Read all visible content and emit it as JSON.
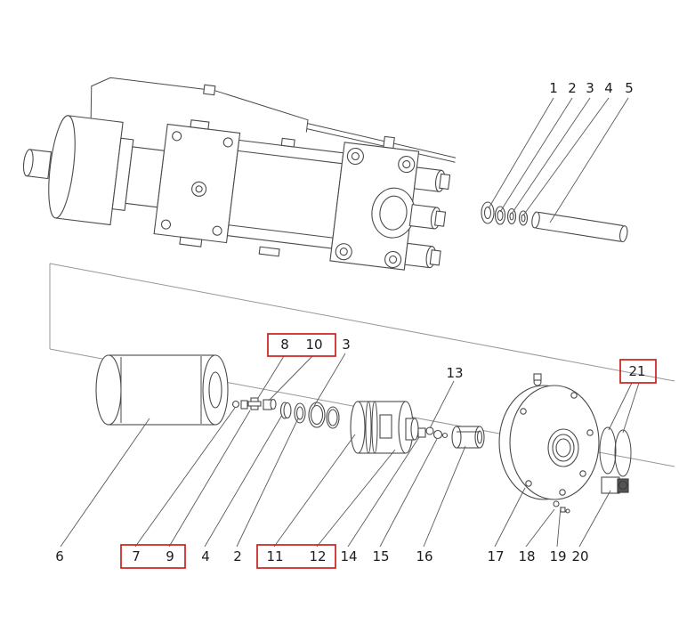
{
  "figure": {
    "type": "exploded-parts-diagram",
    "description": "Technical exploded parts line drawing of a pump / hydraulic cylinder assembly with numbered callouts and red highlight boxes",
    "highlight_color": "#c9201d",
    "line_color": "#4a4a4a",
    "labels": {
      "top_right": [
        "1",
        "2",
        "3",
        "4",
        "5"
      ],
      "mid": [
        "8",
        "10",
        "3",
        "13",
        "21"
      ],
      "bottom": [
        "6",
        "7",
        "9",
        "4",
        "2",
        "11",
        "12",
        "14",
        "15",
        "16",
        "17",
        "18",
        "19",
        "20"
      ]
    },
    "highlighted_callouts": [
      [
        "8",
        "10"
      ],
      [
        "7",
        "9"
      ],
      [
        "11",
        "12"
      ],
      [
        "21"
      ]
    ]
  }
}
